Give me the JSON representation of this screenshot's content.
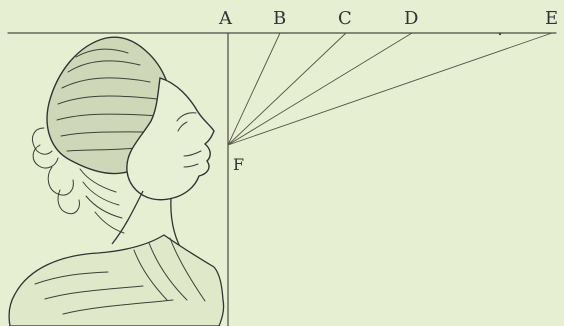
{
  "labels": {
    "A": "A",
    "B": "B",
    "C": "C",
    "D": "D",
    "E": "E",
    "F": "F"
  },
  "icons": {
    "head": "classical-female-bust-icon"
  }
}
